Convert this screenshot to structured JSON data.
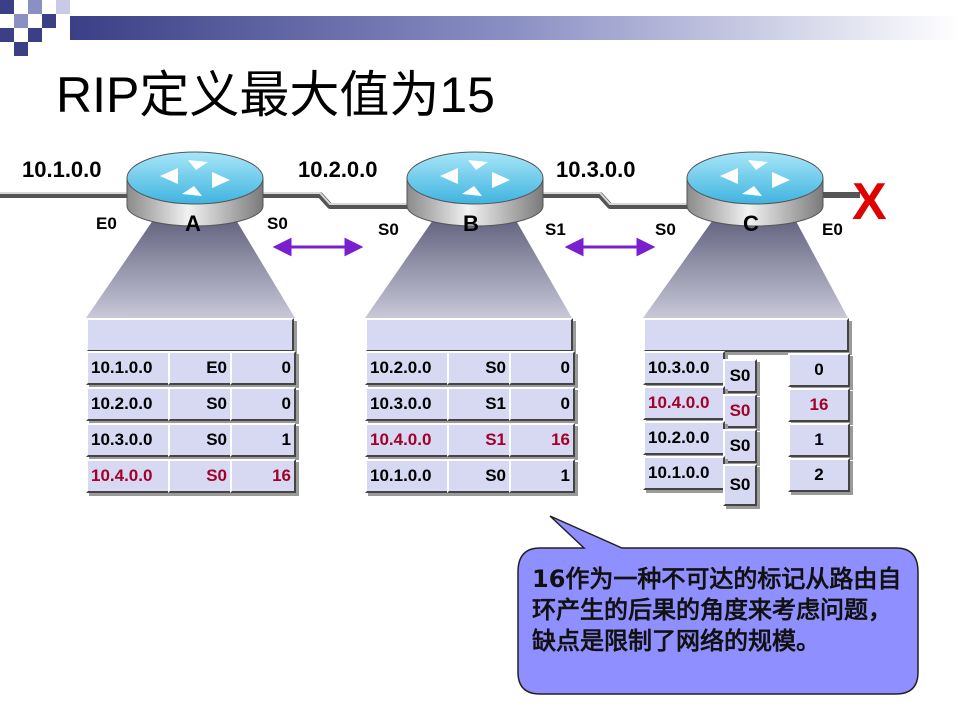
{
  "title": "RIP定义最大值为15",
  "networks": [
    "10.1.0.0",
    "10.2.0.0",
    "10.3.0.0"
  ],
  "routers": [
    {
      "name": "A",
      "left_port": "E0",
      "right_port": "S0"
    },
    {
      "name": "B",
      "left_port": "S0",
      "right_port": "S1"
    },
    {
      "name": "C",
      "left_port": "S0",
      "right_port": "E0"
    }
  ],
  "failure_mark": "X",
  "tables": [
    {
      "router": "A",
      "rows": [
        {
          "net": "10.1.0.0",
          "iface": "E0",
          "hops": "0",
          "highlight": false
        },
        {
          "net": "10.2.0.0",
          "iface": "S0",
          "hops": "0",
          "highlight": false
        },
        {
          "net": "10.3.0.0",
          "iface": "S0",
          "hops": "1",
          "highlight": false
        },
        {
          "net": "10.4.0.0",
          "iface": "S0",
          "hops": "16",
          "highlight": true
        }
      ]
    },
    {
      "router": "B",
      "rows": [
        {
          "net": "10.2.0.0",
          "iface": "S0",
          "hops": "0",
          "highlight": false
        },
        {
          "net": "10.3.0.0",
          "iface": "S1",
          "hops": "0",
          "highlight": false
        },
        {
          "net": "10.4.0.0",
          "iface": "S1",
          "hops": "16",
          "highlight": true
        },
        {
          "net": "10.1.0.0",
          "iface": "S0",
          "hops": "1",
          "highlight": false
        }
      ]
    },
    {
      "router": "C",
      "rows": [
        {
          "net": "10.3.0.0",
          "iface": "S0",
          "hops": "0",
          "highlight": false
        },
        {
          "net": "10.4.0.0",
          "iface": "S0",
          "hops": "16",
          "highlight": true
        },
        {
          "net": "10.2.0.0",
          "iface": "S0",
          "hops": "1",
          "highlight": false
        },
        {
          "net": "10.1.0.0",
          "iface": "S0",
          "hops": "2",
          "highlight": false
        }
      ]
    }
  ],
  "callout": "16作为一种不可达的标记从路由自环产生的后果的角度来考虑问题，缺点是限制了网络的规模。",
  "colors": {
    "cell_bg": "#d7d9f2",
    "highlight_text": "#a3002a",
    "exchange_arrow": "#7a1fd0",
    "callout_bg": "#8f8fff",
    "failure": "#e00000",
    "router_top": "#5fc8ea"
  }
}
